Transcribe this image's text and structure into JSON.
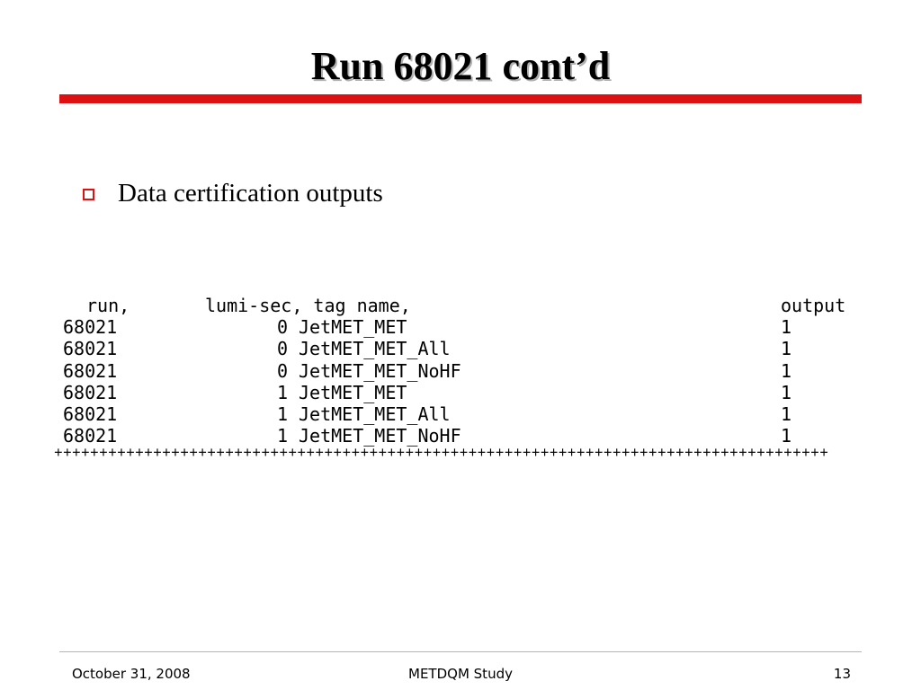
{
  "slide": {
    "title": "Run 68021 cont’d",
    "accent_color": "#dd1111",
    "bullet_icon": "hollow-square-bullet",
    "bullet_text": "Data certification outputs"
  },
  "output": {
    "header": {
      "run": "run,",
      "lumi": "lumi-sec, tag name,",
      "output": "output"
    },
    "rows": [
      {
        "run": "68021",
        "lumi": "0",
        "tag": "JetMET_MET",
        "output": "1"
      },
      {
        "run": "68021",
        "lumi": "0",
        "tag": "JetMET_MET_All",
        "output": "1"
      },
      {
        "run": "68021",
        "lumi": "0",
        "tag": "JetMET_MET_NoHF",
        "output": "1"
      },
      {
        "run": "68021",
        "lumi": "1",
        "tag": "JetMET_MET",
        "output": "1"
      },
      {
        "run": "68021",
        "lumi": "1",
        "tag": "JetMET_MET_All",
        "output": "1"
      },
      {
        "run": "68021",
        "lumi": "1",
        "tag": "JetMET_MET_NoHF",
        "output": "1"
      }
    ],
    "separator": "++++++++++++++++++++++++++++++++++++++++++++++++++++++++++++++++++++++++++++++++++++++"
  },
  "footer": {
    "date": "October 31, 2008",
    "title": "METDQM Study",
    "page": "13"
  }
}
